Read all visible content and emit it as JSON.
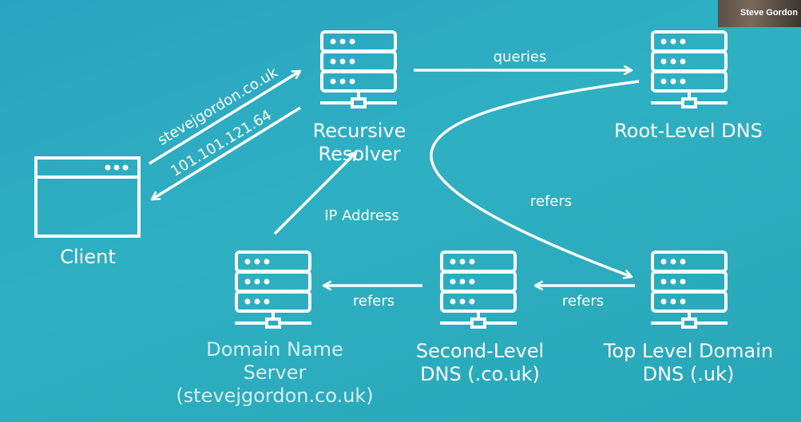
{
  "nodes": {
    "client": "Client",
    "recursive_resolver": [
      "Recursive",
      "Resolver"
    ],
    "root_level_dns": "Root-Level DNS",
    "top_level_domain_dns": [
      "Top Level Domain",
      "DNS (.uk)"
    ],
    "second_level_dns": [
      "Second-Level",
      "DNS (.co.uk)"
    ],
    "domain_name_server": [
      "Domain Name",
      "Server",
      "(stevejgordon.co.uk)"
    ]
  },
  "edges": {
    "client_to_resolver": "stevejgordon.co.uk",
    "resolver_to_client": "101.101.121.64",
    "resolver_to_root": "queries",
    "root_to_tld": "refers",
    "tld_to_second_level": "refers",
    "second_level_to_nameserver": "refers",
    "nameserver_to_resolver": "IP Address"
  },
  "participant": {
    "name": "Steve Gordon"
  },
  "colors": {
    "background": "#2aa3c0",
    "foreground": "#ffffff"
  }
}
